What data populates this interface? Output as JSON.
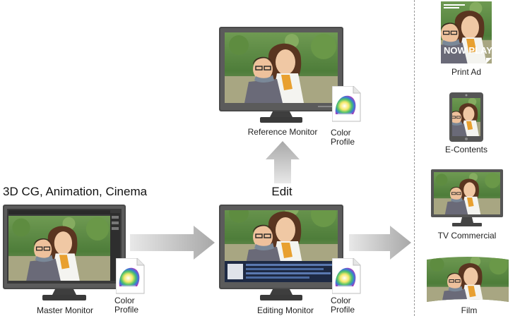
{
  "headings": {
    "source": "3D CG, Animation, Cinema",
    "edit": "Edit"
  },
  "monitors": {
    "reference": "Reference Monitor",
    "master": "Master Monitor",
    "editing": "Editing Monitor"
  },
  "profiles": {
    "line1": "Color",
    "line2": "Profile"
  },
  "outputs": {
    "print_ad": "Print Ad",
    "e_contents": "E-Contents",
    "tv_commercial": "TV Commercial",
    "film": "Film"
  },
  "print_ad_text": "NOW PLAYING",
  "colors": {
    "bezel": "#4a4a4a",
    "arrow": "#b4b4b4",
    "foliage": "#3c6a2c",
    "divider": "#999999"
  }
}
